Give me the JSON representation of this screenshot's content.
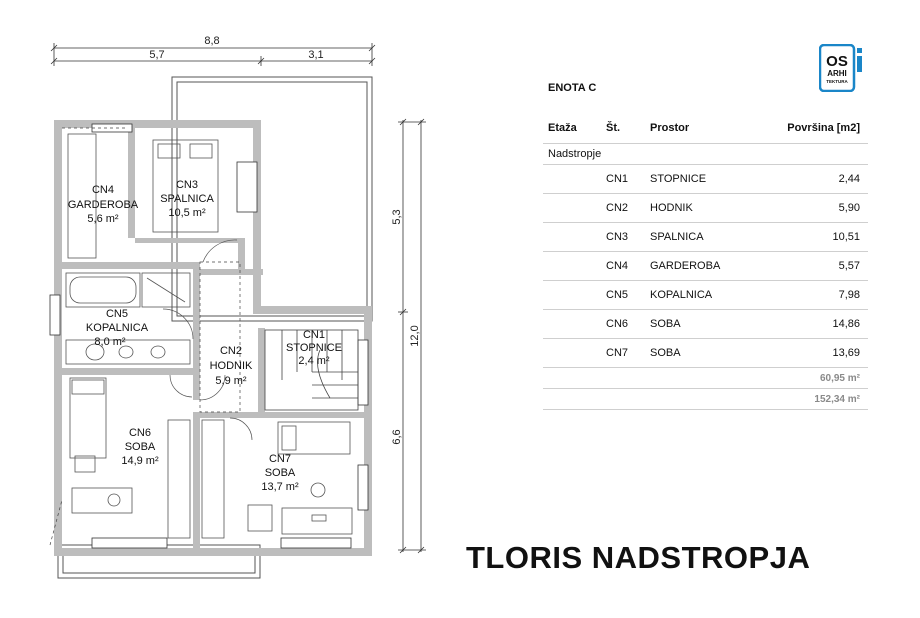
{
  "dimensions": {
    "total_width": "8,8",
    "left_width": "5,7",
    "right_width": "3,1",
    "upper_height": "5,3",
    "total_height": "12,0",
    "lower_height": "6,6"
  },
  "rooms": {
    "cn1": {
      "code": "CN1",
      "name": "STOPNICE",
      "area": "2,4 m²"
    },
    "cn2": {
      "code": "CN2",
      "name": "HODNIK",
      "area": "5,9 m²"
    },
    "cn3": {
      "code": "CN3",
      "name": "SPALNICA",
      "area": "10,5 m²"
    },
    "cn4": {
      "code": "CN4",
      "name": "GARDEROBA",
      "area": "5,6 m²"
    },
    "cn5": {
      "code": "CN5",
      "name": "KOPALNICA",
      "area": "8,0 m²"
    },
    "cn6": {
      "code": "CN6",
      "name": "SOBA",
      "area": "14,9 m²"
    },
    "cn7": {
      "code": "CN7",
      "name": "SOBA",
      "area": "13,7 m²"
    }
  },
  "logo": {
    "line1": "OS",
    "line2": "ARHI",
    "line3": "TEKTURA",
    "accent_color": "#1a86c8"
  },
  "table": {
    "unit_title": "ENOTA C",
    "headers": {
      "floor": "Etaža",
      "no": "Št.",
      "room": "Prostor",
      "area": "Površina [m2]"
    },
    "floor_label": "Nadstropje",
    "rows": [
      {
        "no": "CN1",
        "room": "STOPNICE",
        "area": "2,44"
      },
      {
        "no": "CN2",
        "room": "HODNIK",
        "area": "5,90"
      },
      {
        "no": "CN3",
        "room": "SPALNICA",
        "area": "10,51"
      },
      {
        "no": "CN4",
        "room": "GARDEROBA",
        "area": "5,57"
      },
      {
        "no": "CN5",
        "room": "KOPALNICA",
        "area": "7,98"
      },
      {
        "no": "CN6",
        "room": "SOBA",
        "area": "14,86"
      },
      {
        "no": "CN7",
        "room": "SOBA",
        "area": "13,69"
      }
    ],
    "subtotal": "60,95 m²",
    "total": "152,34 m²"
  },
  "page_title": "TLORIS NADSTROPJA"
}
